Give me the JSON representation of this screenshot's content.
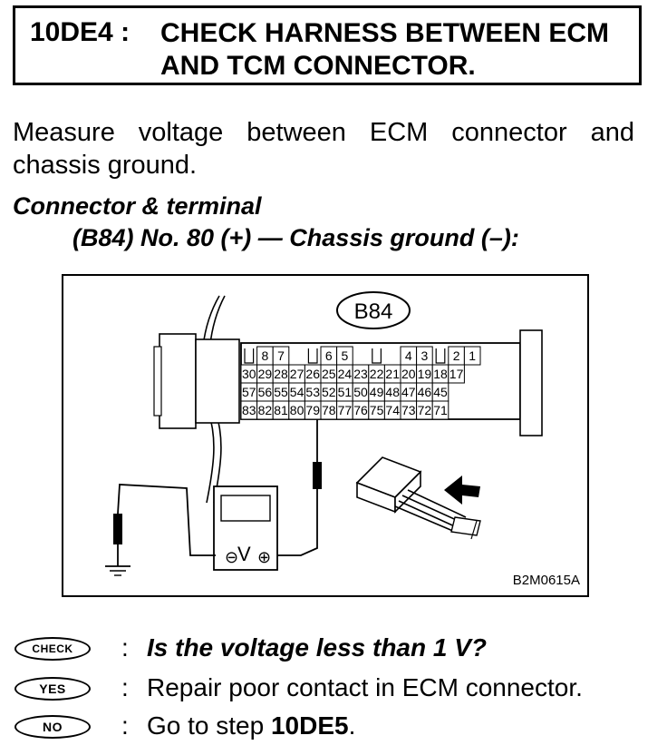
{
  "title": {
    "code": "10DE4 :",
    "line1": "CHECK HARNESS BETWEEN ECM",
    "line2": "AND TCM CONNECTOR."
  },
  "intro": "Measure voltage between ECM connector and chassis ground.",
  "connector": {
    "heading": "Connector & terminal",
    "detail": "(B84) No. 80 (+) — Chassis ground (–):"
  },
  "figure": {
    "connector_label": "B84",
    "code": "B2M0615A",
    "top_row": [
      "8",
      "7",
      "6",
      "5",
      "4",
      "3",
      "2",
      "1"
    ],
    "row1": [
      "30",
      "29",
      "28",
      "27",
      "26",
      "25",
      "24",
      "23",
      "22",
      "21",
      "20",
      "19",
      "18",
      "17"
    ],
    "row2": [
      "57",
      "56",
      "55",
      "54",
      "53",
      "52",
      "51",
      "50",
      "49",
      "48",
      "47",
      "46",
      "45"
    ],
    "row3": [
      "83",
      "82",
      "81",
      "80",
      "79",
      "78",
      "77",
      "76",
      "75",
      "74",
      "73",
      "72",
      "71"
    ],
    "meter_minus": "⊖",
    "meter_v": "V",
    "meter_plus": "⊕"
  },
  "checks": [
    {
      "badge": "CHECK",
      "colon": ":",
      "text": "Is the voltage less than 1 V?"
    },
    {
      "badge": "YES",
      "colon": ":",
      "text": "Repair poor contact in ECM connector."
    },
    {
      "badge": "NO",
      "colon": ":",
      "text_prefix": "Go to step ",
      "text_step": "10DE5",
      "text_suffix": "."
    }
  ]
}
